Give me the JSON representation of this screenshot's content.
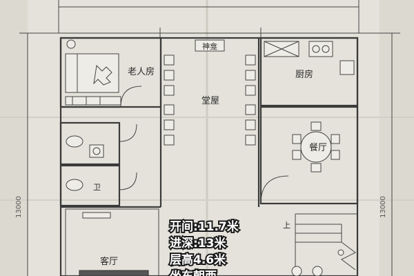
{
  "rooms": {
    "elder_bedroom": "老人房",
    "hall": "堂屋",
    "shrine": "神龛",
    "kitchen": "厨房",
    "dining": "餐厅",
    "living": "客厅"
  },
  "labels": {
    "stairs_up": "上",
    "toilet_1": "卫"
  },
  "dimensions": {
    "left": "13000",
    "right": "13000"
  },
  "specs": {
    "width": "开间:11.7米",
    "depth": "进深:13米",
    "height": "层高4.6米",
    "cut": "坐东朝西"
  }
}
